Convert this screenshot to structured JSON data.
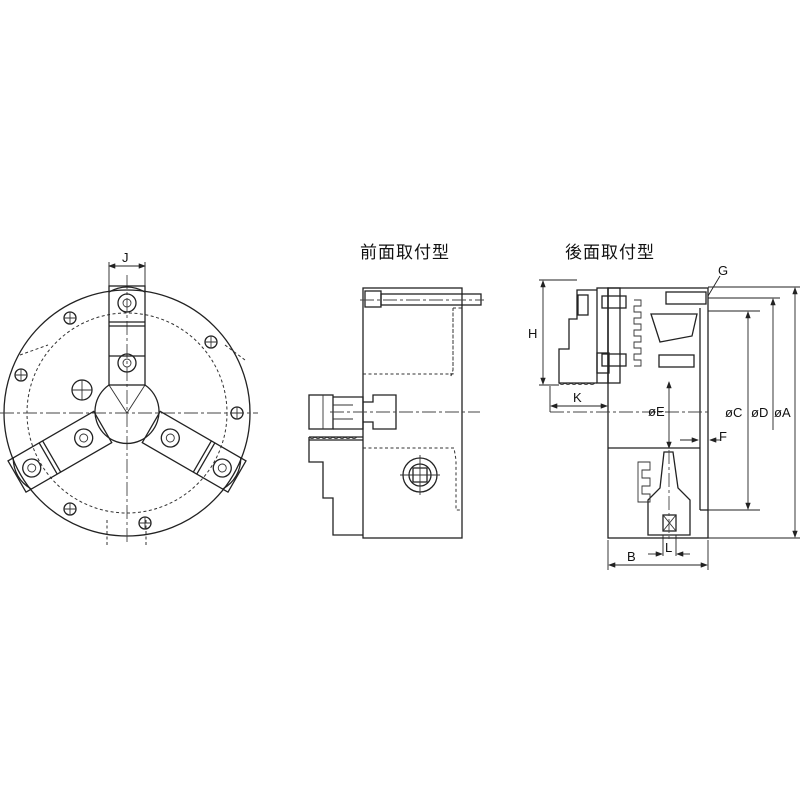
{
  "views": {
    "front_mount_title": "前面取付型",
    "rear_mount_title": "後面取付型"
  },
  "dimensions": {
    "front_view": {
      "J": "J"
    },
    "rear_view": {
      "G": "G",
      "H": "H",
      "K": "K",
      "E": "øE",
      "C": "øC",
      "D": "øD",
      "A": "øA",
      "F": "F",
      "B": "B",
      "L": "L"
    }
  },
  "colors": {
    "line": "#222222",
    "background": "#ffffff"
  }
}
